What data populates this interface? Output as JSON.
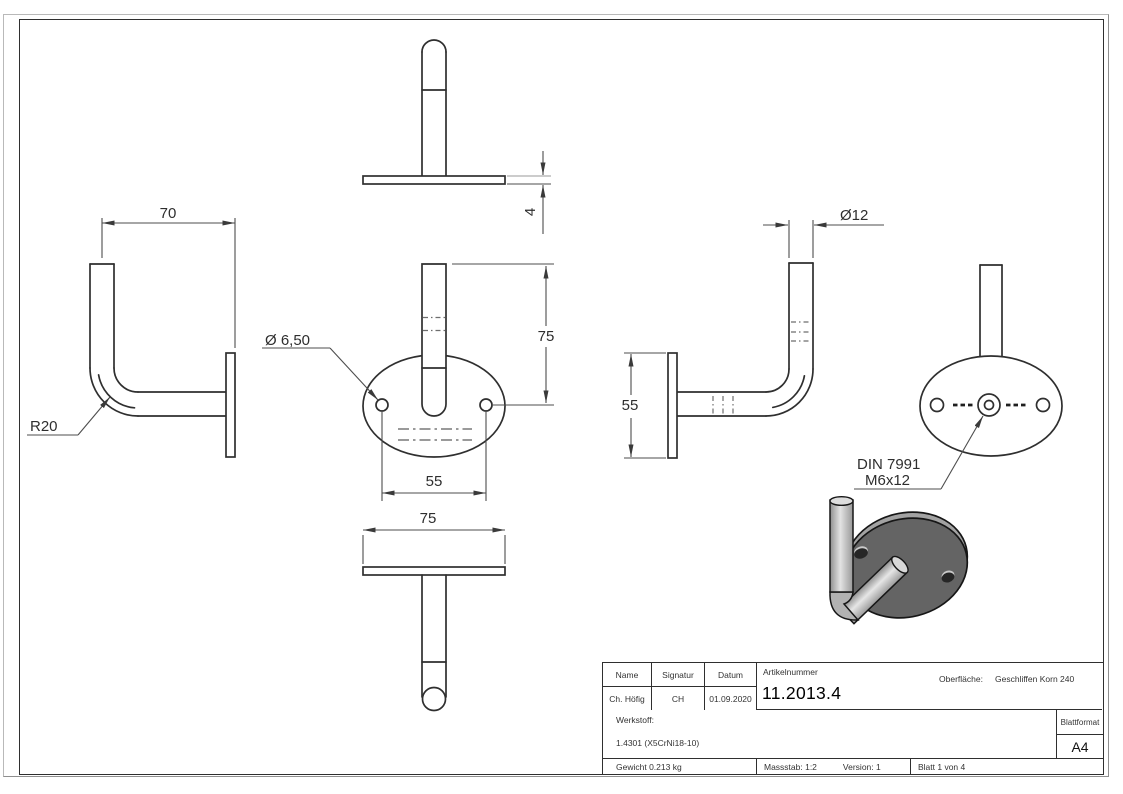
{
  "views": {
    "side_left": {
      "projection_width": "70",
      "bend_radius": "R20"
    },
    "top": {
      "plate_thickness": "4"
    },
    "front": {
      "hole_diameter": "Ø 6,50",
      "tube_height": "75",
      "hole_spacing": "55"
    },
    "bottom": {
      "plate_width": "75"
    },
    "side_right": {
      "tube_diameter": "Ø12",
      "plate_height": "55"
    },
    "rear": {
      "screw_standard": "DIN 7991",
      "screw_size": "M6x12"
    }
  },
  "title_block": {
    "name_label": "Name",
    "signature_label": "Signatur",
    "date_label": "Datum",
    "name_value": "Ch. Höfig",
    "signature_value": "CH",
    "date_value": "01.09.2020",
    "article_label": "Artikelnummer",
    "article_number": "11.2013.4",
    "surface_label": "Oberfläche:",
    "surface_value": "Geschliffen Korn 240",
    "material_label": "Werkstoff:",
    "material_value": "1.4301 (X5CrNi18-10)",
    "weight_value": "Gewicht 0.213 kg",
    "scale_value": "Massstab: 1:2",
    "version_value": "Version: 1",
    "sheet_value": "Blatt 1 von 4",
    "format_label": "Blattformat",
    "format_value": "A4"
  },
  "colors": {
    "object_line": "#2f2f2f",
    "dimension_line": "#4d4d4d",
    "hidden_line": "#6e6e6e",
    "plate_3d": "#646464",
    "tube_3d": "#b5b5b5"
  }
}
